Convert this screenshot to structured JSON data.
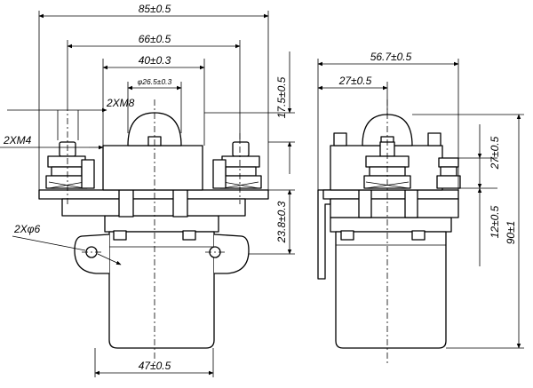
{
  "front_view": {
    "dim_overall_width": "85±0.5",
    "dim_mount_spacing": "66±0.5",
    "dim_cap_width": "40±0.3",
    "dim_cap_dome": "φ26.5±0.3",
    "dim_body_width": "47±0.5",
    "dim_top_height": "17.5±0.5",
    "dim_flange_height": "23.8±0.3",
    "callout_terminal_thread": "2XM8",
    "callout_coil_thread": "2XM4",
    "callout_mount_holes": "2Xφ6"
  },
  "side_view": {
    "dim_depth": "56.7±0.5",
    "dim_center_offset": "27±0.5",
    "dim_terminal_height": "27±0.5",
    "dim_bracket_height": "12±0.5",
    "dim_total_height": "90±1"
  }
}
